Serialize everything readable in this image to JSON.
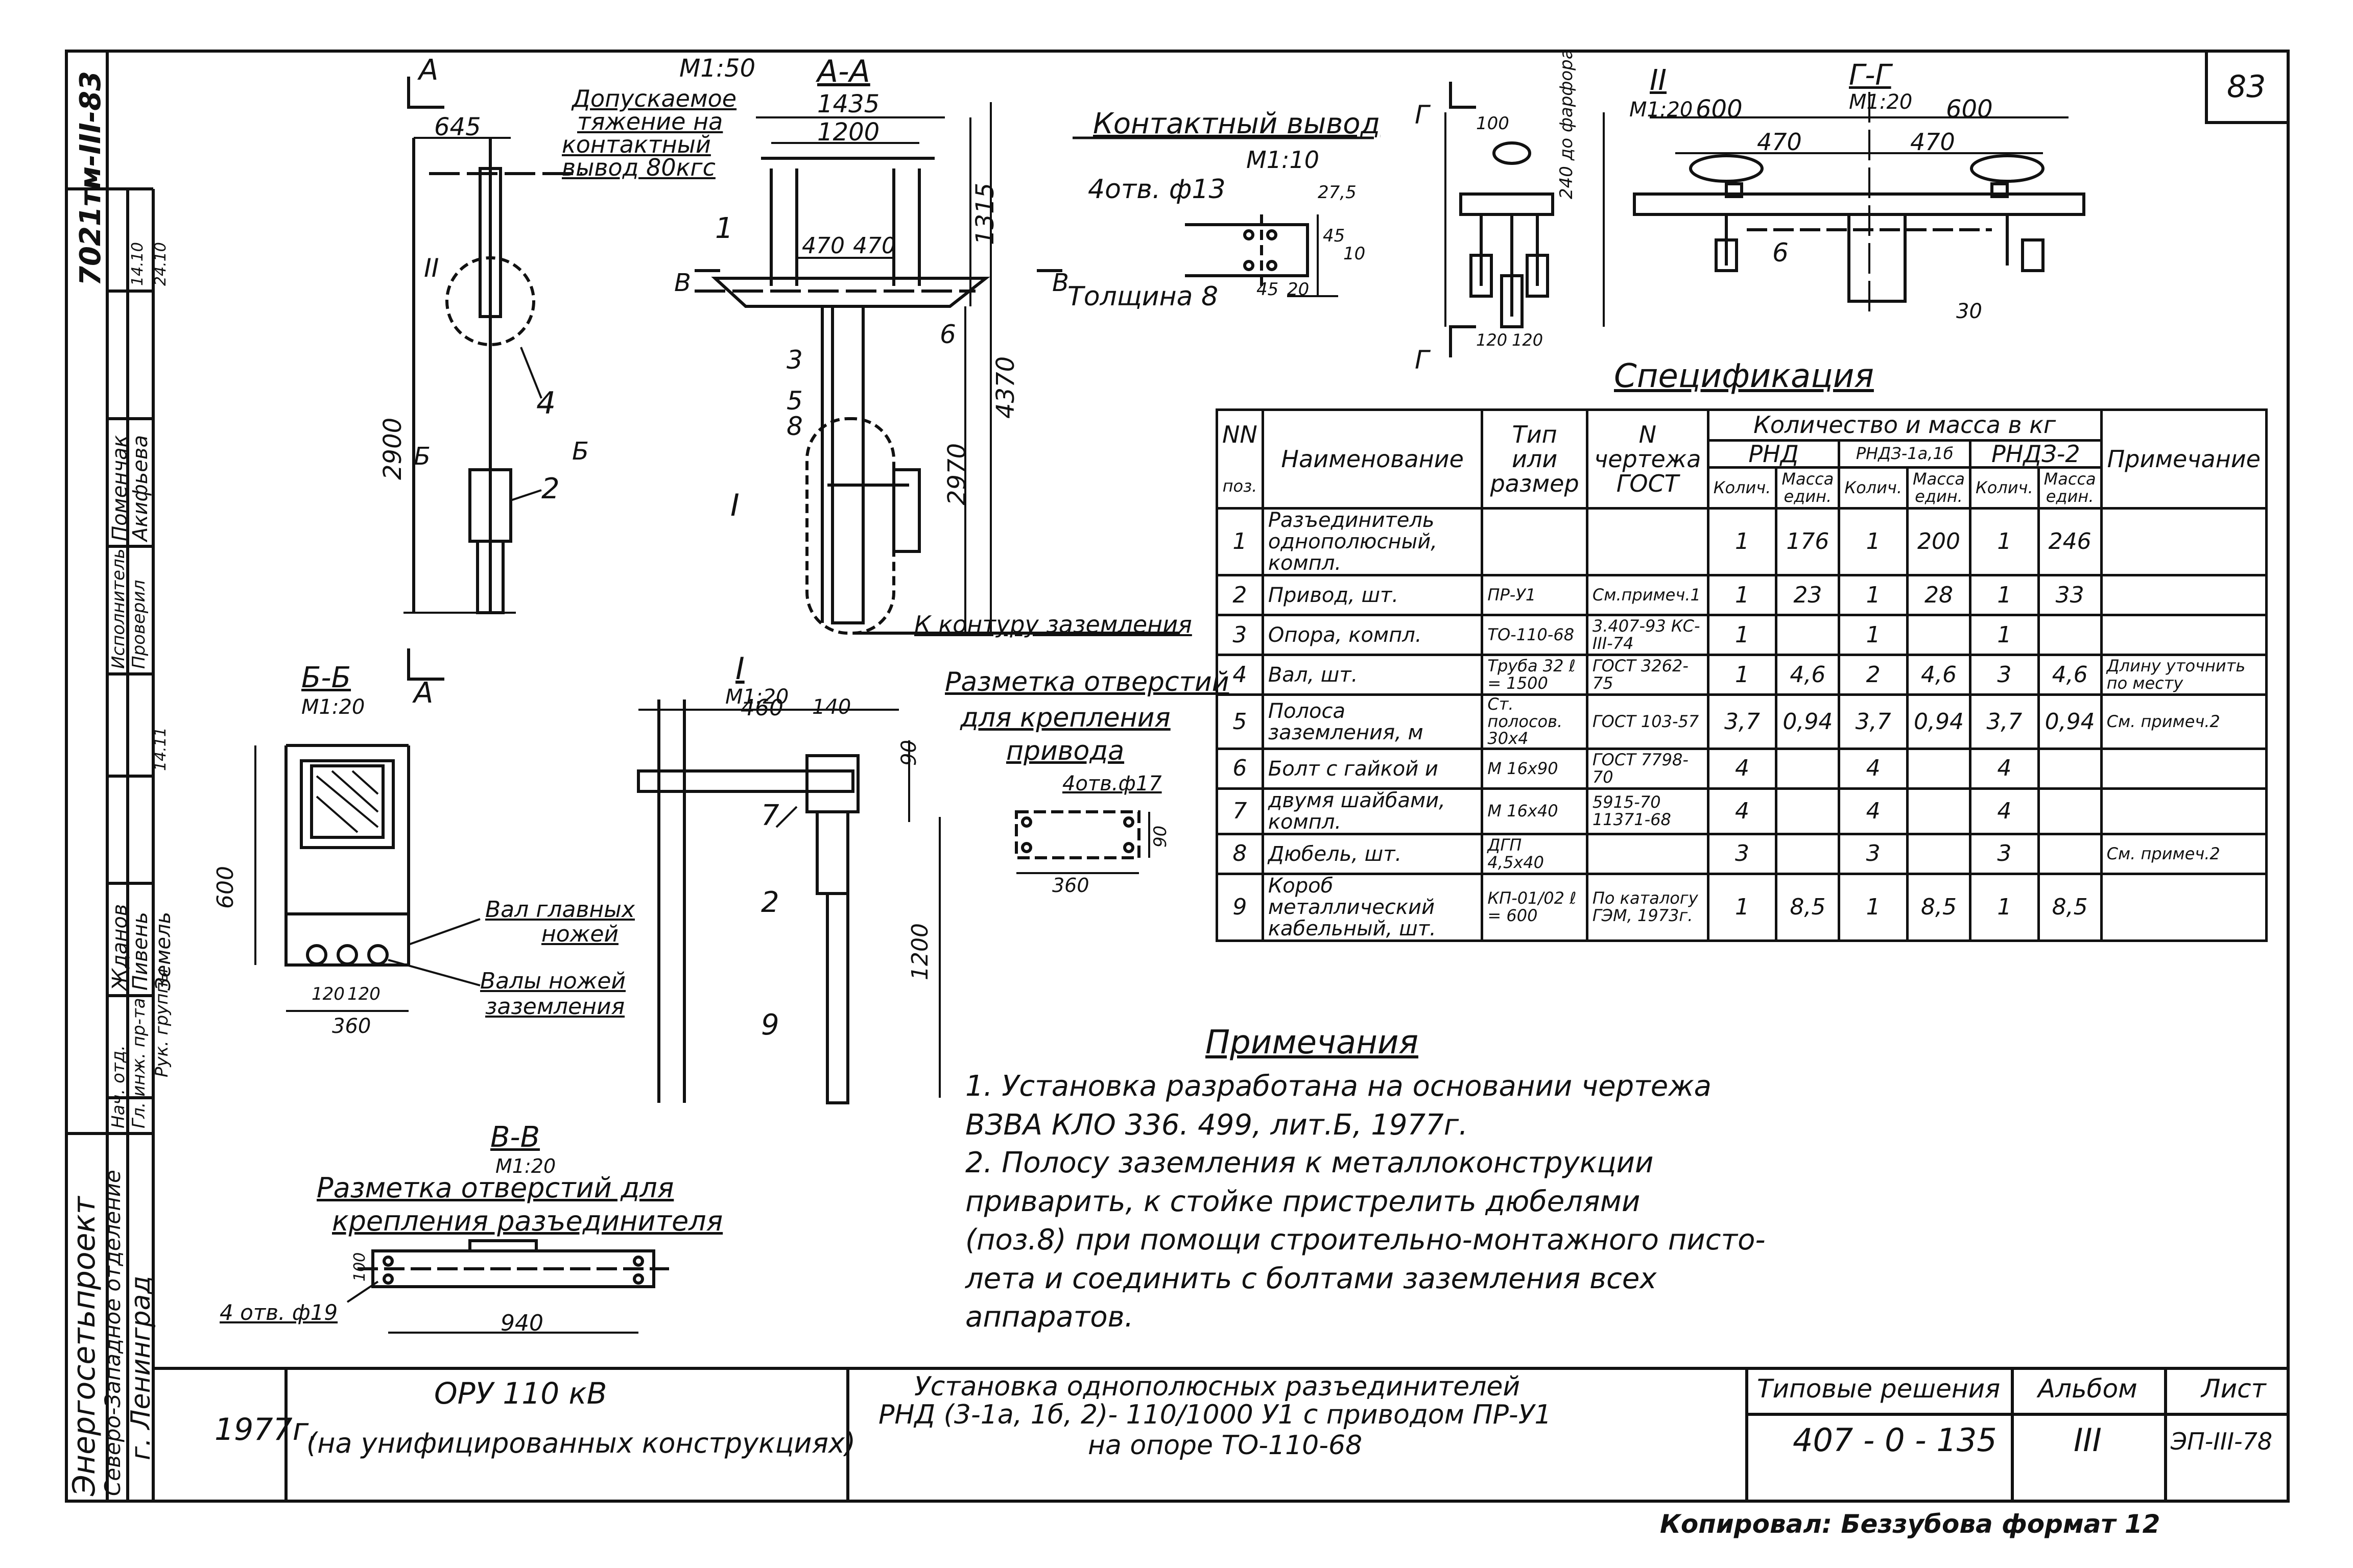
{
  "sheet_no": "83",
  "side_code": "7021тм-III-83",
  "drawing": {
    "title_a": "А",
    "scale_main": "М1:50",
    "section_aa": "А-А",
    "dim_645": "645",
    "dim_1435": "1435",
    "dim_1200": "1200",
    "dim_470a": "470",
    "dim_470b": "470",
    "dim_1315": "1315",
    "dim_4370": "4370",
    "dim_2970": "2970",
    "dim_2900": "2900",
    "load_note": [
      "Допускаемое",
      "тяжение на",
      "контактный",
      "вывод 80кгс"
    ],
    "mark_II": "II",
    "mark_I": "I",
    "mark_B": "В",
    "mark_Bb": "Б",
    "mark_A_bottom": "А",
    "pos_1": "1",
    "pos_2": "2",
    "pos_3": "3",
    "pos_4": "4",
    "pos_5": "5",
    "pos_6": "6",
    "pos_8": "8",
    "ground_note": "К контуру заземления"
  },
  "contact": {
    "title": "Контактный вывод",
    "scale": "М1:10",
    "holes": "4отв. ф13",
    "thickness": "Толщина 8",
    "d1": "27,5",
    "d2": "45",
    "d3": "10",
    "d4": "45",
    "d5": "20"
  },
  "detail_II": {
    "title": "II",
    "scale": "М1:20",
    "d1": "100",
    "d2": "240 до фарфора",
    "d3": "120",
    "d4": "120",
    "mark": "Г"
  },
  "section_gg": {
    "title": "Г-Г",
    "scale": "М1:20",
    "d600a": "600",
    "d600b": "600",
    "d470a": "470",
    "d470b": "470",
    "pos6": "6",
    "d30": "30"
  },
  "section_bb": {
    "title": "Б-Б",
    "scale": "М1:20",
    "d600": "600",
    "d120a": "120",
    "d120b": "120",
    "d360": "360",
    "lbl_main": [
      "Вал главных",
      "ножей"
    ],
    "lbl_ground": [
      "Валы ножей",
      "заземления"
    ]
  },
  "detail_I": {
    "title": "I",
    "scale": "М1:20",
    "d460": "460",
    "d140": "140",
    "d90": "90",
    "d1200": "1200",
    "p7": "7",
    "p2": "2",
    "p9": "9"
  },
  "drive_holes": {
    "title": [
      "Разметка отверстий",
      "для крепления",
      "привода"
    ],
    "holes": "4отв.ф17",
    "d90": "90",
    "d360": "360"
  },
  "section_vv": {
    "title": "В-В",
    "scale": "М1:20",
    "caption": [
      "Разметка отверстий для",
      "крепления разъединителя"
    ],
    "holes": "4 отв. ф19",
    "d100": "100",
    "d940": "940"
  },
  "spec": {
    "title": "Спецификация",
    "h_nn": "NN",
    "h_poz": "поз.",
    "h_name": "Наименование",
    "h_type": [
      "Тип",
      "или",
      "размер"
    ],
    "h_gost": [
      "N чертежа",
      "ГОСТ"
    ],
    "h_qty": "Количество и масса в кг",
    "h_rnd": "РНД",
    "h_rndz1": "РНДЗ-1а,1б",
    "h_rndz2": "РНДЗ-2",
    "h_kol": "Колич.",
    "h_mass": "Масса един.",
    "h_note": "Примечание",
    "rows": [
      {
        "n": "1",
        "name": "Разъединитель однополюсный,    компл.",
        "type": "",
        "gost": "",
        "q1": "1",
        "m1": "176",
        "q2": "1",
        "m2": "200",
        "q3": "1",
        "m3": "246",
        "note": ""
      },
      {
        "n": "2",
        "name": "Привод,                шт.",
        "type": "ПР-У1",
        "gost": "См.примеч.1",
        "q1": "1",
        "m1": "23",
        "q2": "1",
        "m2": "28",
        "q3": "1",
        "m3": "33",
        "note": ""
      },
      {
        "n": "3",
        "name": "Опора,              компл.",
        "type": "ТО-110-68",
        "gost": "3.407-93 КС-III-74",
        "q1": "1",
        "m1": "",
        "q2": "1",
        "m2": "",
        "q3": "1",
        "m3": "",
        "note": ""
      },
      {
        "n": "4",
        "name": "Вал,                    шт.",
        "type": "Труба 32 ℓ = 1500",
        "gost": "ГОСТ 3262-75",
        "q1": "1",
        "m1": "4,6",
        "q2": "2",
        "m2": "4,6",
        "q3": "3",
        "m3": "4,6",
        "note": "Длину уточнить по месту"
      },
      {
        "n": "5",
        "name": "Полоса заземления,   м",
        "type": "Ст. полосов. 30х4",
        "gost": "ГОСТ 103-57",
        "q1": "3,7",
        "m1": "0,94",
        "q2": "3,7",
        "m2": "0,94",
        "q3": "3,7",
        "m3": "0,94",
        "note": "См. примеч.2"
      },
      {
        "n": "6",
        "name": "Болт с гайкой и",
        "type": "М 16х90",
        "gost": "ГОСТ 7798-70",
        "q1": "4",
        "m1": "",
        "q2": "4",
        "m2": "",
        "q3": "4",
        "m3": "",
        "note": ""
      },
      {
        "n": "7",
        "name": "двумя шайбами, компл.",
        "type": "М 16х40",
        "gost": "5915-70 11371-68",
        "q1": "4",
        "m1": "",
        "q2": "4",
        "m2": "",
        "q3": "4",
        "m3": "",
        "note": ""
      },
      {
        "n": "8",
        "name": "Дюбель,               шт.",
        "type": "ДГП 4,5х40",
        "gost": "",
        "q1": "3",
        "m1": "",
        "q2": "3",
        "m2": "",
        "q3": "3",
        "m3": "",
        "note": "См. примеч.2"
      },
      {
        "n": "9",
        "name": "Короб металлический кабельный,      шт.",
        "type": "КП-01/02 ℓ = 600",
        "gost": "По каталогу ГЭМ, 1973г.",
        "q1": "1",
        "m1": "8,5",
        "q2": "1",
        "m2": "8,5",
        "q3": "1",
        "m3": "8,5",
        "note": ""
      }
    ]
  },
  "notes": {
    "title": "Примечания",
    "n1": "1. Установка разработана на основании чертежа\n    ВЗВА КЛО 336. 499,  лит.Б,  1977г.",
    "n2": "2. Полосу заземления к металлоконструкции\n    приварить, к стойке пристрелить дюбелями\n    (поз.8) при помощи строительно-монтажного писто-\n    лета и соединить с болтами заземления всех\n    аппаратов."
  },
  "side": {
    "org": "Энергосетьпроект",
    "dept": "Северо-Западное отделение",
    "city": "г. Ленинград",
    "roles": [
      "Нач. отд.",
      "Гл. инж. пр-та",
      "Рук. группы",
      "Исполнитель",
      "Проверил"
    ],
    "names": [
      "Жданов",
      "Пивень",
      "Земель",
      "Поменчак",
      "Акифьева"
    ],
    "dates": [
      "14.10",
      "24.10",
      "14.11"
    ]
  },
  "title_block": {
    "year": "1977г.",
    "object": "ОРУ 110 кВ",
    "object_sub": "(на унифицированных конструкциях)",
    "name": [
      "Установка однополюсных разъединителей",
      "РНД (3-1а, 1б, 2)- 110/1000 У1  с приводом  ПР-У1",
      "на   опоре  ТО-110-68"
    ],
    "typical_label": "Типовые решения",
    "typical_no": "407 - 0 - 135",
    "album_label": "Альбом",
    "album_no": "III",
    "sheet_label": "Лист",
    "sheet_code": "ЭП-III-78"
  },
  "footer": "Копировал: Беззубова   формат 12"
}
